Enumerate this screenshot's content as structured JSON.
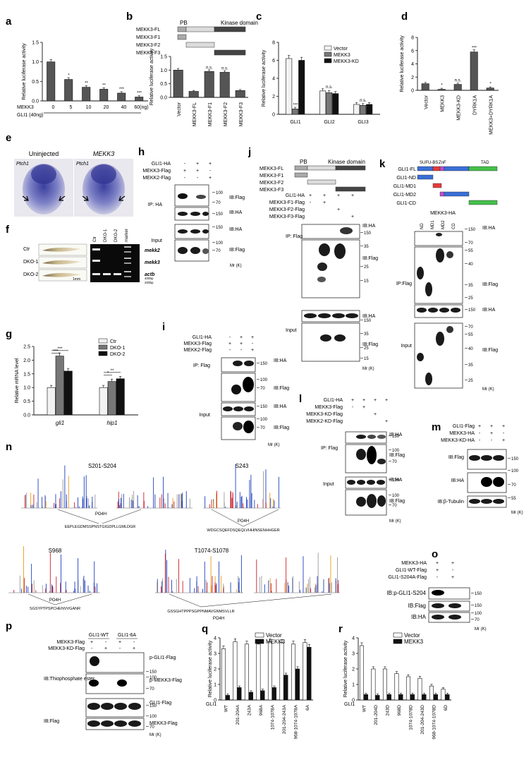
{
  "figure": {
    "panel_letters": [
      "a",
      "b",
      "c",
      "d",
      "e",
      "f",
      "g",
      "h",
      "i",
      "j",
      "k",
      "l",
      "m",
      "n",
      "o",
      "p",
      "q",
      "r"
    ]
  },
  "panel_a": {
    "ylabel": "Relative luciferase activity",
    "row1_label": "MEKK3",
    "row2_label": "GLI1 (40ng)",
    "x_ticks": [
      "0",
      "5",
      "10",
      "20",
      "40",
      "60(ng)"
    ],
    "ticks": [
      "0.0",
      "0.5",
      "1.0",
      "1.5"
    ],
    "sig": [
      "",
      "*",
      "**",
      "**",
      "***",
      "***"
    ]
  },
  "panel_b": {
    "constructs": [
      "MEKK3-FL",
      "MEKK3-F1",
      "MEKK3-F2",
      "MEKK3-F3"
    ],
    "pb_label": "PB",
    "kinase_label": "Kinase domain",
    "ylabel": "Relative luciferase activity",
    "ticks": [
      "0.0",
      "0.5",
      "1.0",
      "1.5"
    ],
    "x_ticks": [
      "Vector",
      "MEKK3-FL",
      "MEKK3-F1",
      "MEKK3-F2",
      "MEKK3-F3"
    ],
    "sig": [
      "",
      "",
      "n.s.",
      "n.s.",
      ""
    ]
  },
  "panel_c": {
    "ylabel": "Relative luciferase activity",
    "ticks": [
      "0",
      "2",
      "4",
      "6",
      "8"
    ],
    "legend": [
      "Vector",
      "MEKK3",
      "MEKK3-KD"
    ],
    "groups": [
      "GLI1",
      "GLI2",
      "GLI3"
    ],
    "sig": [
      "***",
      "n.s.",
      "n.s."
    ]
  },
  "panel_d": {
    "ylabel": "Relative luciferase activity",
    "ticks": [
      "0",
      "2",
      "4",
      "6",
      "8"
    ],
    "x_ticks": [
      "Vector",
      "MEKK3",
      "MEKK3-KD",
      "DYRK1A",
      "MEKK3+DYRK1A"
    ],
    "sig": [
      "",
      "*",
      "n.s.",
      "***",
      "*"
    ]
  },
  "panel_e": {
    "left_title": "Uninjected",
    "right_title": "MEKK3",
    "probe": "Ptch1"
  },
  "panel_f": {
    "rows": [
      "Ctr",
      "DKO-1",
      "DKO-2"
    ],
    "gel_lanes": [
      "Ctr",
      "DKO-1",
      "DKO-2",
      "marker"
    ],
    "genes": [
      "mekk2",
      "mekk3",
      "actb"
    ],
    "markers": [
      "400bp",
      "200bp"
    ],
    "scale": "1mm"
  },
  "panel_g": {
    "ylabel": "Relative mRNA level",
    "ticks": [
      "0.0",
      "0.5",
      "1.0",
      "1.5",
      "2.0",
      "2.5"
    ],
    "legend": [
      "Ctr",
      "DKO-1",
      "DKO-2"
    ],
    "groups": [
      "gli1",
      "hip1"
    ],
    "sig": [
      "***",
      "***",
      "**",
      "*"
    ]
  },
  "panel_h": {
    "rows": [
      "GLI1-HA",
      "MEKK3-Flag",
      "MEKK2-Flag"
    ],
    "signs": [
      [
        "-",
        "+",
        "+"
      ],
      [
        "+",
        "+",
        "-"
      ],
      [
        "-",
        "-",
        "+"
      ]
    ],
    "ip": "IP: HA",
    "input": "Input",
    "blots": [
      "IB:Flag",
      "IB:HA",
      "IB:HA",
      "IB:Flag"
    ],
    "mw": [
      "100",
      "70",
      "150",
      "150",
      "100",
      "70"
    ],
    "mr": "Mr (K)"
  },
  "panel_i": {
    "rows": [
      "GLI1-HA",
      "MEKK3-Flag",
      "MEKK2-Flag"
    ],
    "signs": [
      [
        "-",
        "+",
        "+"
      ],
      [
        "+",
        "+",
        "-"
      ],
      [
        "-",
        "-",
        "+"
      ]
    ],
    "ip": "IP: Flag",
    "input": "Input",
    "blots": [
      "IB:HA",
      "IB:Flag",
      "IB:HA",
      "IB:Flag"
    ],
    "mw": [
      "150",
      "100",
      "70",
      "150",
      "100",
      "70"
    ],
    "mr": "Mr (K)"
  },
  "panel_j": {
    "constructs": [
      "MEKK3-FL",
      "MEKK3-F1",
      "MEKK3-F2",
      "MEKK3-F3"
    ],
    "pb_label": "PB",
    "kinase_label": "Kinase domain",
    "rows": [
      "GLI1-HA",
      "MEKK3-F1-Flag",
      "MEKK3-F2-Flag",
      "MEKK3-F3-Flag"
    ],
    "signs": [
      [
        "+",
        "+",
        "+",
        "+"
      ],
      [
        "-",
        "+",
        "",
        ""
      ],
      [
        "",
        "",
        "+",
        ""
      ],
      [
        "",
        "",
        "",
        "+"
      ]
    ],
    "ip": "IP: Flag",
    "input": "Input",
    "blots": [
      "IB:HA",
      "IB:Flag",
      "IB:HA",
      "IB:Flag"
    ],
    "mw": [
      "150",
      "35",
      "25",
      "15",
      "150",
      "35",
      "25",
      "15"
    ],
    "mr": "Mr (K)"
  },
  "panel_k": {
    "constructs": [
      "GLI1-FL",
      "GLI1-ND",
      "GLI1-MD1",
      "GLI1-MD2",
      "GLI1-CD"
    ],
    "domains": [
      "SUFU-BS",
      "ZnF",
      "TAD"
    ],
    "header": "MEKK3-HA",
    "lanes": [
      "ND",
      "MD1",
      "MD2",
      "CD"
    ],
    "ip": "IP:Flag",
    "input": "Input",
    "blots": [
      "IB:HA",
      "IB:Flag",
      "IB:HA",
      "IB:Flag"
    ],
    "mw": [
      "150",
      "70",
      "55",
      "40",
      "35",
      "25",
      "150",
      "70",
      "55",
      "40",
      "35",
      "25"
    ],
    "mr": "Mr (K)"
  },
  "panel_l": {
    "rows": [
      "GLI1-HA",
      "MEKK3-Flag",
      "MEKK3-KD-Flag",
      "MEKK2-KD-Flag"
    ],
    "signs": [
      [
        "+",
        "+",
        "+",
        "+"
      ],
      [
        "-",
        "+",
        "",
        ""
      ],
      [
        "",
        "",
        "+",
        ""
      ],
      [
        "",
        "",
        "",
        "+"
      ]
    ],
    "ip": "IP: Flag",
    "input": "Input",
    "blots": [
      "IB:HA",
      "IB:Flag",
      "IB:HA",
      "IB:Flag"
    ],
    "mw": [
      "150",
      "100",
      "70",
      "150",
      "100",
      "70"
    ],
    "mr": "Mr (K)"
  },
  "panel_m": {
    "rows": [
      "GLI1-Flag",
      "MEKK3-HA",
      "MEKK3-KD-HA"
    ],
    "signs": [
      [
        "+",
        "+",
        "+"
      ],
      [
        "-",
        "+",
        "-"
      ],
      [
        "-",
        "-",
        "+"
      ]
    ],
    "blots": [
      "IB:Flag",
      "IB:HA",
      "IB:β-Tubulin"
    ],
    "mw": [
      "150",
      "100",
      "70",
      "55"
    ],
    "mr": "Mr (K)"
  },
  "panel_n": {
    "site_labels": [
      "S201-S204",
      "S243",
      "S968",
      "T1074-S1078"
    ],
    "phospho": "PO4H",
    "peptides": [
      "EEPLEGDMSSPNSTGIGDPLLGMLDGR",
      "WDGCSQEFDSQEQLVHHINSENHHGER",
      "SGSYPTPSPCHENVVGANR",
      "GSSGHTPPPSGPPNMAVGNMSVLLR"
    ]
  },
  "panel_o": {
    "rows": [
      "MEKK3-HA",
      "GLI1-WT-Flag",
      "GLI1-S204A-Flag"
    ],
    "signs": [
      [
        "+",
        "+"
      ],
      [
        "+",
        "-"
      ],
      [
        "-",
        "+"
      ]
    ],
    "blots": [
      "IB:p-GLI1-S204",
      "IB:Flag",
      "IB:HA"
    ],
    "mw": [
      "150",
      "150",
      "100",
      "70"
    ],
    "mr": "Mr (K)"
  },
  "panel_p": {
    "groups": [
      "GLI1-WT",
      "GLI1-6A"
    ],
    "rows": [
      "MEKK3-Flag",
      "MEKK3-KD-Flag"
    ],
    "signs": [
      [
        "+",
        "-",
        "+",
        "-"
      ],
      [
        "-",
        "+",
        "-",
        "+"
      ]
    ],
    "blot1": "IB:Thiophosphate ester",
    "blot2": "IB:Flag",
    "bands": [
      "p-GLI1-Flag",
      "p-MEKK3-Flag",
      "GLI1-Flag",
      "MEKK3-Flag"
    ],
    "mw": [
      "150",
      "100",
      "70",
      "150",
      "100",
      "70"
    ],
    "mr": "Mr (K)"
  },
  "panel_q": {
    "ylabel": "Relative luciferase activity",
    "legend": [
      "Vector",
      "MEKK3"
    ],
    "ticks": [
      "0",
      "1",
      "2",
      "3",
      "4"
    ],
    "row_label": "GLI1",
    "x_ticks": [
      "WT",
      "201-204A",
      "243A",
      "968A",
      "1074-1078A",
      "201-204-243A",
      "968-1074-1078A",
      "6A"
    ]
  },
  "panel_r": {
    "ylabel": "Relative luciferase activity",
    "legend": [
      "Vector",
      "MEKK3"
    ],
    "ticks": [
      "0",
      "1",
      "2",
      "3",
      "4"
    ],
    "row_label": "GLI1",
    "x_ticks": [
      "WT",
      "201-204D",
      "243D",
      "968D",
      "1074-1078D",
      "201-204-243D",
      "968-1074-1078D",
      "6D"
    ]
  },
  "chart_data": [
    {
      "type": "bar",
      "panel": "a",
      "categories": [
        "0",
        "5",
        "10",
        "20",
        "40",
        "60"
      ],
      "values": [
        1.0,
        0.55,
        0.35,
        0.3,
        0.2,
        0.1
      ],
      "ylim": [
        0,
        1.5
      ],
      "ylabel": "Relative luciferase activity"
    },
    {
      "type": "bar",
      "panel": "b",
      "categories": [
        "Vector",
        "MEKK3-FL",
        "MEKK3-F1",
        "MEKK3-F2",
        "MEKK3-F3"
      ],
      "values": [
        1.0,
        0.22,
        0.95,
        0.92,
        0.25
      ],
      "ylim": [
        0,
        1.5
      ],
      "ylabel": "Relative luciferase activity"
    },
    {
      "type": "bar",
      "panel": "c",
      "categories": [
        "GLI1",
        "GLI2",
        "GLI3"
      ],
      "series": [
        {
          "name": "Vector",
          "values": [
            6.2,
            2.6,
            1.1
          ]
        },
        {
          "name": "MEKK3",
          "values": [
            0.6,
            2.4,
            1.0
          ]
        },
        {
          "name": "MEKK3-KD",
          "values": [
            6.0,
            2.3,
            1.1
          ]
        }
      ],
      "ylim": [
        0,
        8
      ],
      "ylabel": "Relative luciferase activity"
    },
    {
      "type": "bar",
      "panel": "d",
      "categories": [
        "Vector",
        "MEKK3",
        "MEKK3-KD",
        "DYRK1A",
        "MEKK3+DYRK1A"
      ],
      "values": [
        1.0,
        0.15,
        0.9,
        5.8,
        0.35
      ],
      "ylim": [
        0,
        8
      ],
      "ylabel": "Relative luciferase activity"
    },
    {
      "type": "bar",
      "panel": "g",
      "categories": [
        "gli1",
        "hip1"
      ],
      "series": [
        {
          "name": "Ctr",
          "values": [
            1.0,
            1.0
          ]
        },
        {
          "name": "DKO-1",
          "values": [
            2.15,
            1.22
          ]
        },
        {
          "name": "DKO-2",
          "values": [
            1.6,
            1.32
          ]
        }
      ],
      "ylim": [
        0,
        2.5
      ],
      "ylabel": "Relative mRNA level"
    },
    {
      "type": "bar",
      "panel": "q",
      "categories": [
        "WT",
        "201-204A",
        "243A",
        "968A",
        "1074-1078A",
        "201-204-243A",
        "968-1074-1078A",
        "6A"
      ],
      "series": [
        {
          "name": "Vector",
          "values": [
            3.3,
            3.75,
            3.6,
            3.6,
            3.75,
            3.7,
            3.6,
            3.7
          ]
        },
        {
          "name": "MEKK3",
          "values": [
            0.3,
            0.8,
            0.5,
            0.6,
            0.8,
            1.6,
            2.0,
            3.4
          ]
        }
      ],
      "ylim": [
        0,
        4
      ],
      "ylabel": "Relative luciferase activity"
    },
    {
      "type": "bar",
      "panel": "r",
      "categories": [
        "WT",
        "201-204D",
        "243D",
        "968D",
        "1074-1078D",
        "201-204-243D",
        "968-1074-1078D",
        "6D"
      ],
      "series": [
        {
          "name": "Vector",
          "values": [
            3.5,
            2.0,
            2.0,
            1.7,
            1.5,
            1.4,
            0.9,
            0.7
          ]
        },
        {
          "name": "MEKK3",
          "values": [
            0.35,
            0.3,
            0.35,
            0.35,
            0.35,
            0.35,
            0.35,
            0.35
          ]
        }
      ],
      "ylim": [
        0,
        4
      ],
      "ylabel": "Relative luciferase activity"
    }
  ]
}
